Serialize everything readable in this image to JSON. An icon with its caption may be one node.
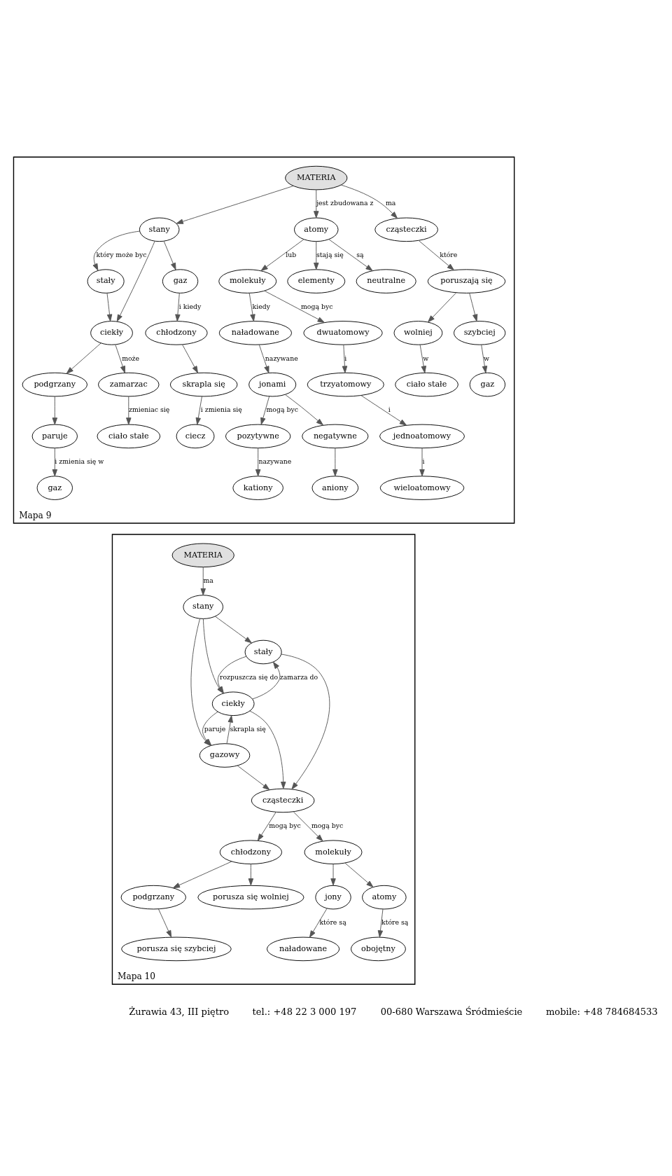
{
  "diagram": {
    "nodes": [
      {
        "text": [
          "Mapa 9"
        ]
      },
      {
        "text": [
          "stały"
        ],
        "in": 0
      },
      {
        "text": [
          "stany"
        ],
        "in": 0
      },
      {
        "text": [
          "MATERIA"
        ],
        "in": 0
      },
      {
        "text": [
          "atomy"
        ],
        "in": 0
      },
      {
        "text": [
          "molekuły"
        ],
        "in": 0
      },
      {
        "text": [
          "ciekły"
        ],
        "in": 0
      },
      {
        "text": [
          "gaz"
        ],
        "in": 0
      },
      {
        "text": [
          "cząsteczki"
        ],
        "in": 0
      },
      {
        "text": [
          "elementy"
        ],
        "in": 0
      },
      {
        "text": [
          "naładowane"
        ],
        "in": 0
      },
      {
        "text": [
          "neutralne"
        ],
        "in": 0
      },
      {
        "text": [
          "jonami"
        ],
        "in": 0
      },
      {
        "text": [
          "dwuatomowy"
        ],
        "in": 0
      },
      {
        "text": [
          "podgrzany"
        ],
        "in": 0
      },
      {
        "text": [
          "zamarzac"
        ],
        "in": 0
      },
      {
        "text": [
          "chłodzony"
        ],
        "in": 0
      },
      {
        "text": [
          "poruszają się"
        ],
        "in": 0
      },
      {
        "text": [
          "wolniej"
        ],
        "in": 0
      },
      {
        "text": [
          "pozytywne"
        ],
        "in": 0
      },
      {
        "text": [
          "negatywne"
        ],
        "in": 0
      },
      {
        "text": [
          "trzyatomowy"
        ],
        "in": 0
      },
      {
        "text": [
          "paruje"
        ],
        "in": 0
      },
      {
        "text": [
          "ciało stałe"
        ],
        "in": 0
      },
      {
        "text": [
          "skrapla się"
        ],
        "in": 0
      },
      {
        "text": [
          "szybciej"
        ],
        "in": 0
      },
      {
        "text": [
          "jednoatomowy"
        ],
        "in": 0
      },
      {
        "text": [
          "ciało stałe"
        ],
        "in": 0
      },
      {
        "text": [
          "gaz"
        ],
        "in": 0
      },
      {
        "text": [
          "ciecz"
        ],
        "in": 0
      },
      {
        "text": [
          "gaz"
        ],
        "in": 0
      },
      {
        "text": [
          "kationy"
        ],
        "in": 0
      },
      {
        "text": [
          "aniony"
        ],
        "in": 0
      },
      {
        "text": [
          "wieloatomowy"
        ],
        "in": 0
      },
      {
        "text": [
          "Mapa 10"
        ]
      },
      {
        "text": [
          "MATERIA"
        ],
        "in": 34
      },
      {
        "text": [
          "stany"
        ],
        "in": 34
      },
      {
        "text": [
          "stały"
        ],
        "in": 34
      },
      {
        "text": [
          "ciekły"
        ],
        "in": 34
      },
      {
        "text": [
          "gazowy"
        ],
        "in": 34
      },
      {
        "text": [
          "cząsteczki"
        ],
        "in": 34
      },
      {
        "text": [
          "podgrzany"
        ],
        "in": 34
      },
      {
        "text": [
          "chłodzony"
        ],
        "in": 34
      },
      {
        "text": [
          "molekuły"
        ],
        "in": 34
      },
      {
        "text": [
          "jony"
        ],
        "in": 34
      },
      {
        "text": [
          "atomy"
        ],
        "in": 34
      },
      {
        "text": [
          "porusza się szybciej"
        ],
        "in": 34
      },
      {
        "text": [
          "porusza się wolniej"
        ],
        "in": 34
      },
      {
        "text": [
          "naładowane"
        ],
        "in": 34
      },
      {
        "text": [
          "obojętny"
        ],
        "in": 34
      }
    ],
    "edges": [
      {
        "from": 2,
        "to": 1,
        "arrow": "to",
        "label": "który może byc"
      },
      {
        "from": 3,
        "to": 2,
        "arrow": "to"
      },
      {
        "from": 3,
        "to": 4,
        "arrow": "to",
        "label": "jest zbudowana z"
      },
      {
        "from": 4,
        "to": 5,
        "arrow": "to",
        "label": "lub"
      },
      {
        "from": 1,
        "to": 6,
        "arrow": "to"
      },
      {
        "from": 2,
        "to": 6,
        "arrow": "to"
      },
      {
        "from": 2,
        "to": 7,
        "arrow": "to"
      },
      {
        "from": 3,
        "to": 8,
        "arrow": "to",
        "label": "ma"
      },
      {
        "from": 4,
        "to": 9,
        "arrow": "to",
        "label": "stają się"
      },
      {
        "from": 4,
        "to": 11,
        "arrow": "to",
        "label": "są"
      },
      {
        "from": 5,
        "to": 10,
        "arrow": "to",
        "label": "kiedy"
      },
      {
        "from": 5,
        "to": 13,
        "arrow": "to",
        "label": "mogą byc"
      },
      {
        "from": 10,
        "to": 12,
        "arrow": "to",
        "label": "nazywane"
      },
      {
        "from": 6,
        "to": 14,
        "arrow": "to"
      },
      {
        "from": 6,
        "to": 15,
        "arrow": "to",
        "label": "może"
      },
      {
        "from": 7,
        "to": 16,
        "arrow": "to",
        "label": "i kiedy"
      },
      {
        "from": 8,
        "to": 17,
        "arrow": "to",
        "label": "które"
      },
      {
        "from": 17,
        "to": 18,
        "arrow": "to"
      },
      {
        "from": 12,
        "to": 19,
        "arrow": "to",
        "label": "mogą byc"
      },
      {
        "from": 12,
        "to": 20,
        "arrow": "to"
      },
      {
        "from": 13,
        "to": 21,
        "arrow": "to",
        "label": "i"
      },
      {
        "from": 14,
        "to": 22,
        "arrow": "to"
      },
      {
        "from": 15,
        "to": 23,
        "arrow": "to",
        "label": "zmieniac się"
      },
      {
        "from": 16,
        "to": 24,
        "arrow": "to"
      },
      {
        "from": 17,
        "to": 25,
        "arrow": "to"
      },
      {
        "from": 21,
        "to": 26,
        "arrow": "to",
        "label": "i"
      },
      {
        "from": 18,
        "to": 27,
        "arrow": "to",
        "label": "w"
      },
      {
        "from": 22,
        "to": 28,
        "arrow": "to",
        "label": "i zmienia się w"
      },
      {
        "from": 24,
        "to": 29,
        "arrow": "to",
        "label": "i zmienia się"
      },
      {
        "from": 25,
        "to": 30,
        "arrow": "to",
        "label": "w"
      },
      {
        "from": 19,
        "to": 31,
        "arrow": "to",
        "label": "nazywane"
      },
      {
        "from": 20,
        "to": 32,
        "arrow": "to"
      },
      {
        "from": 26,
        "to": 33,
        "arrow": "to",
        "label": "i"
      },
      {
        "from": 35,
        "to": 36,
        "arrow": "to",
        "label": "ma"
      },
      {
        "from": 36,
        "to": 37,
        "arrow": "to"
      },
      {
        "from": 36,
        "to": 38,
        "arrow": "to"
      },
      {
        "from": 36,
        "to": 39,
        "arrow": "to"
      },
      {
        "from": 37,
        "to": 38,
        "arrow": "to",
        "label": "rozpuszcza się do"
      },
      {
        "from": 38,
        "to": 37,
        "arrow": "to",
        "label": "zamarza do"
      },
      {
        "from": 39,
        "to": 38,
        "arrow": "to",
        "label": "skrapla się"
      },
      {
        "from": 38,
        "to": 39,
        "arrow": "to",
        "label": "paruje"
      },
      {
        "from": 37,
        "to": 40,
        "arrow": "to"
      },
      {
        "from": 38,
        "to": 40,
        "arrow": "to"
      },
      {
        "from": 39,
        "to": 40,
        "arrow": "to"
      },
      {
        "from": 40,
        "to": 42,
        "arrow": "to",
        "label": "mogą byc"
      },
      {
        "from": 40,
        "to": 43,
        "arrow": "to",
        "label": "mogą byc"
      },
      {
        "from": 42,
        "to": 41,
        "arrow": "to"
      },
      {
        "from": 41,
        "to": 46,
        "arrow": "to"
      },
      {
        "from": 42,
        "to": 47,
        "arrow": "to"
      },
      {
        "from": 43,
        "to": 44,
        "arrow": "to"
      },
      {
        "from": 43,
        "to": 45,
        "arrow": "to"
      },
      {
        "from": 44,
        "to": 48,
        "arrow": "to",
        "label": "które są"
      },
      {
        "from": 45,
        "to": 49,
        "arrow": "to",
        "label": "które są"
      }
    ],
    "labels": [
      "Żurawia 43, III piętro",
      "tel.: +48 22 3 000 197",
      "00-680 Warszawa Śródmieście",
      "mobile: +48 784684533"
    ]
  }
}
